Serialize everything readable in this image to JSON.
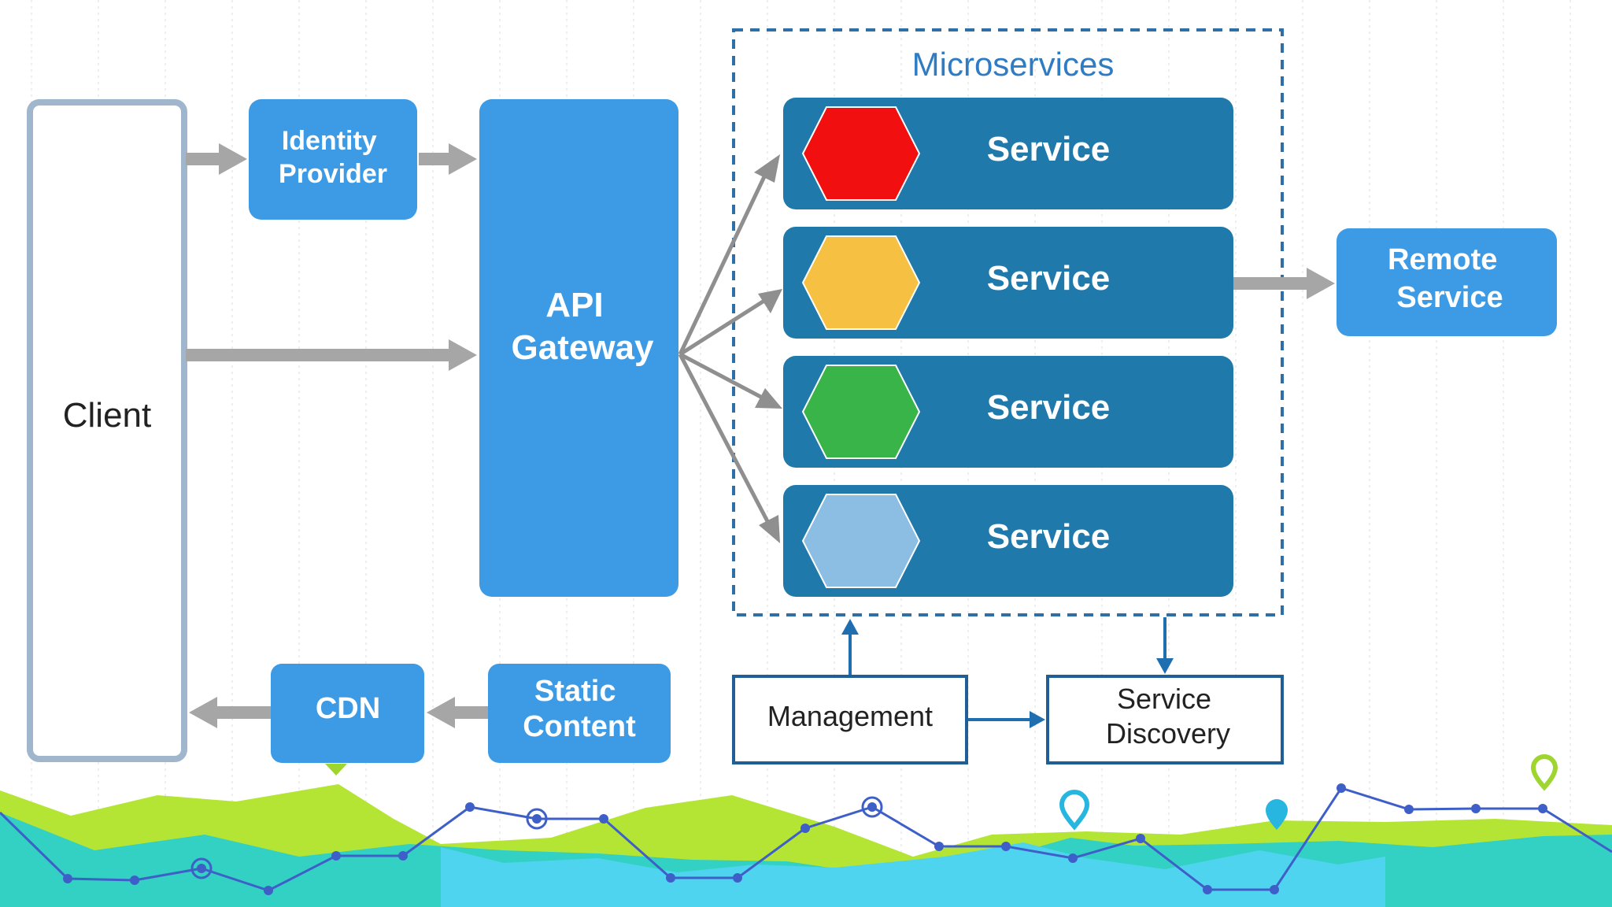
{
  "diagram": {
    "client": "Client",
    "identity_provider": [
      "Identity",
      "Provider"
    ],
    "api_gateway": [
      "API",
      "Gateway"
    ],
    "microservices_title": "Microservices",
    "services": [
      {
        "label": "Service",
        "hex_color": "#f20f0f"
      },
      {
        "label": "Service",
        "hex_color": "#f6c142"
      },
      {
        "label": "Service",
        "hex_color": "#38b449"
      },
      {
        "label": "Service",
        "hex_color": "#8cbde3"
      }
    ],
    "remote_service": [
      "Remote",
      "Service"
    ],
    "cdn": "CDN",
    "static_content": [
      "Static",
      "Content"
    ],
    "management": "Management",
    "service_discovery": [
      "Service",
      "Discovery"
    ]
  },
  "colors": {
    "box_blue": "#3d9be5",
    "service_row": "#2079ab",
    "client_border": "#9fb6cc",
    "dashed_border": "#2f6fa8",
    "title_blue": "#2f7cc4",
    "arrow_gray": "#a6a6a6",
    "arrow_blue": "#1f6fb0"
  },
  "decoration": {
    "mountains": [
      "#b5e534",
      "#33d1c3",
      "#4fd4ef"
    ],
    "pin_icons": [
      "location-pin-icon",
      "location-pin-icon",
      "location-pin-icon"
    ]
  }
}
